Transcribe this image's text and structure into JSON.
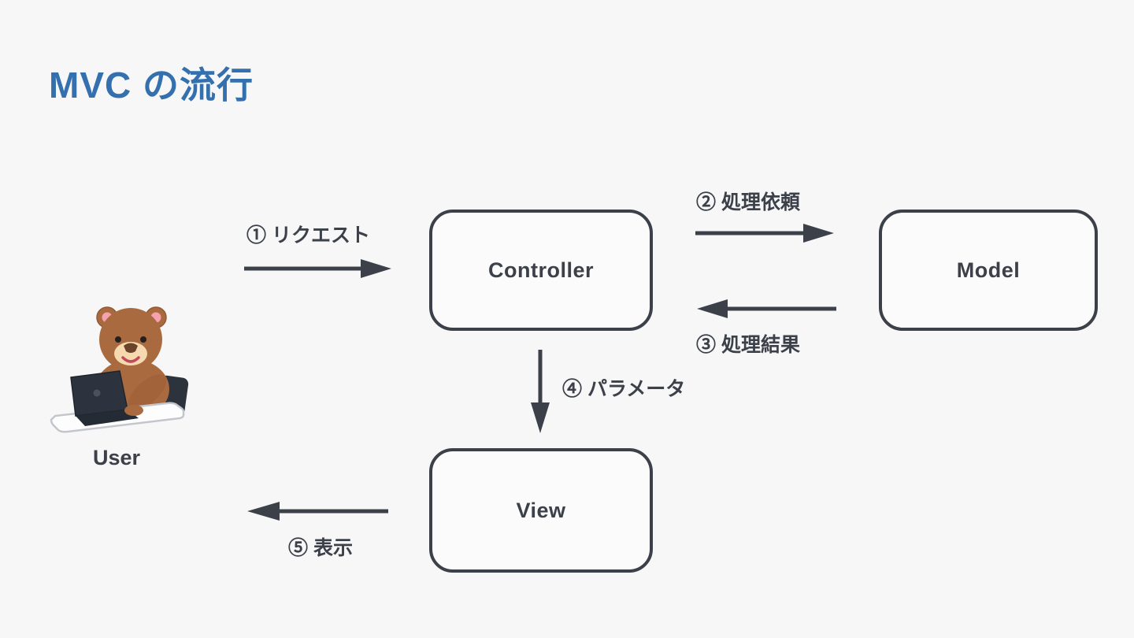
{
  "slide": {
    "title": "MVC の流行"
  },
  "nodes": {
    "controller": {
      "label": "Controller"
    },
    "model": {
      "label": "Model"
    },
    "view": {
      "label": "View"
    },
    "user": {
      "label": "User"
    }
  },
  "edges": [
    {
      "label": "① リクエスト",
      "from": "user",
      "to": "controller",
      "direction": "right"
    },
    {
      "label": "② 処理依頼",
      "from": "controller",
      "to": "model",
      "direction": "right"
    },
    {
      "label": "③ 処理結果",
      "from": "model",
      "to": "controller",
      "direction": "left"
    },
    {
      "label": "④ パラメータ",
      "from": "controller",
      "to": "view",
      "direction": "down"
    },
    {
      "label": "⑤ 表示",
      "from": "view",
      "to": "user",
      "direction": "left"
    }
  ],
  "icons": {
    "bear_user": "bear-at-laptop-illustration"
  },
  "colors": {
    "background": "#f7f7f8",
    "title_blue": "#3470ad",
    "ink": "#3b4049",
    "box_fill": "#fbfbfc",
    "bear_fur": "#a86a3e",
    "bear_muzzle": "#f6d9ae",
    "ear_pink": "#f5a1b0",
    "laptop_dark": "#2c333e",
    "desk_white": "#fdfdfe"
  }
}
